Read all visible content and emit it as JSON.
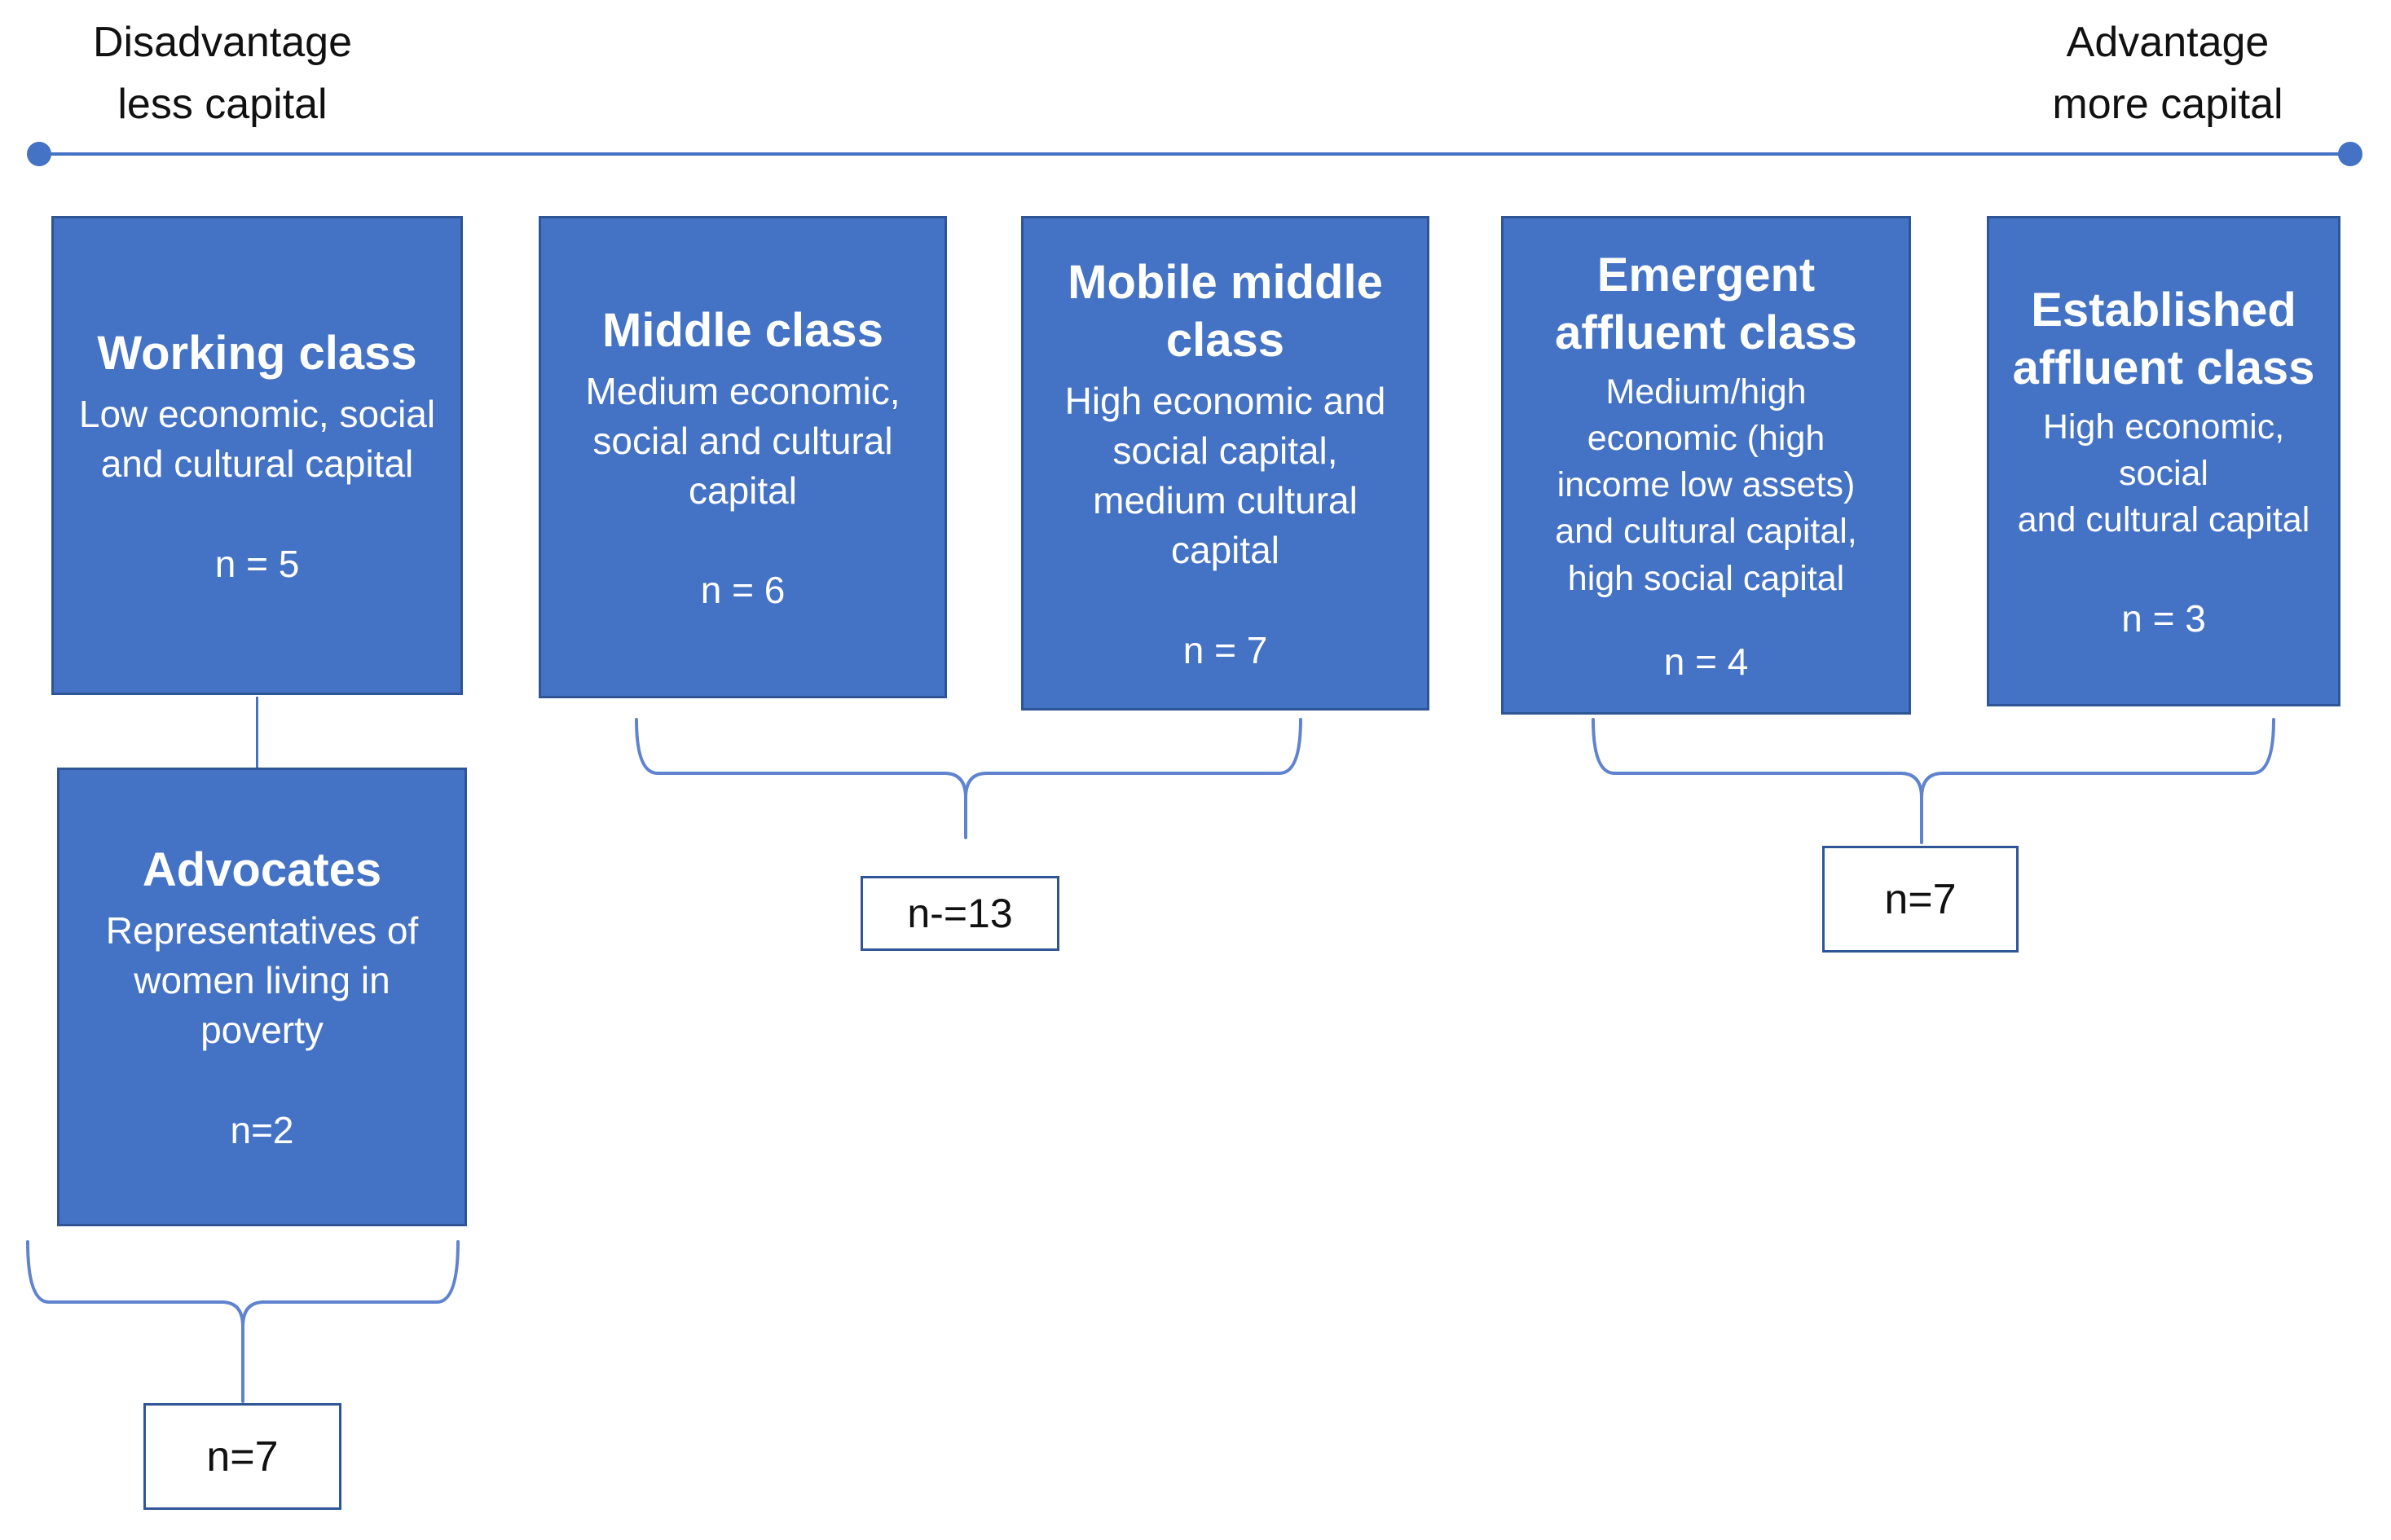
{
  "header": {
    "disadvantage_label": "Disadvantage\nless capital",
    "advantage_label": "Advantage\nmore capital"
  },
  "colors": {
    "box_fill": "#4472C4",
    "box_border": "#2E5595",
    "box_text": "#FFFFFF",
    "axis_line": "#4472C4",
    "brace_line": "#5F83CF",
    "total_box_border": "#2E5595",
    "total_box_text": "#111111"
  },
  "class_boxes": [
    {
      "title": "Working class",
      "description": "Low economic, social\nand cultural capital",
      "n_label": "n = 5"
    },
    {
      "title": "Middle class",
      "description": "Medium economic,\nsocial and cultural\ncapital",
      "n_label": "n = 6"
    },
    {
      "title": "Mobile middle\nclass",
      "description": "High economic and\nsocial capital,\nmedium cultural\ncapital",
      "n_label": "n = 7"
    },
    {
      "title": "Emergent\naffluent class",
      "description": "Medium/high\neconomic (high\nincome low assets)\nand cultural capital,\nhigh social capital",
      "n_label": "n = 4"
    },
    {
      "title": "Established\naffluent class",
      "description": "High economic, social\nand cultural capital",
      "n_label": "n = 3"
    }
  ],
  "advocates_box": {
    "title": "Advocates",
    "description": "Representatives of\nwomen living in\npoverty",
    "n_label": "n=2"
  },
  "group_totals": {
    "working_and_advocates": "n=7",
    "middle_and_mobile": "n-=13",
    "emergent_and_established": "n=7"
  }
}
